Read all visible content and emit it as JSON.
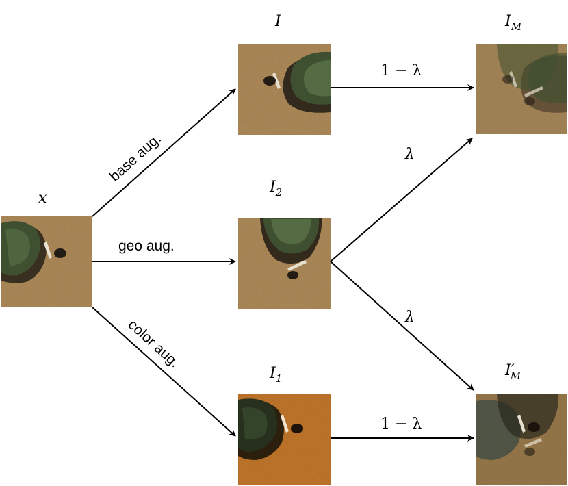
{
  "nodes": {
    "x": {
      "label": "x"
    },
    "I": {
      "label": "I"
    },
    "I2": {
      "label": "I",
      "sub": "2"
    },
    "I1": {
      "label": "I",
      "sub": "1"
    },
    "IM": {
      "label": "I",
      "sub": "M"
    },
    "IMp": {
      "label": "I′",
      "sub": "M"
    }
  },
  "edges": {
    "base": "base aug.",
    "geo": "geo aug.",
    "color": "color aug.",
    "i_to_im": "1 − λ",
    "i2_to_im": "λ",
    "i2_to_imp": "λ",
    "i1_to_imp": "1 − λ"
  },
  "colors": {
    "ground": "#b08c5a",
    "ground_orange": "#c4782c",
    "bush": "#3e5030",
    "shadow": "#1e1a14"
  }
}
